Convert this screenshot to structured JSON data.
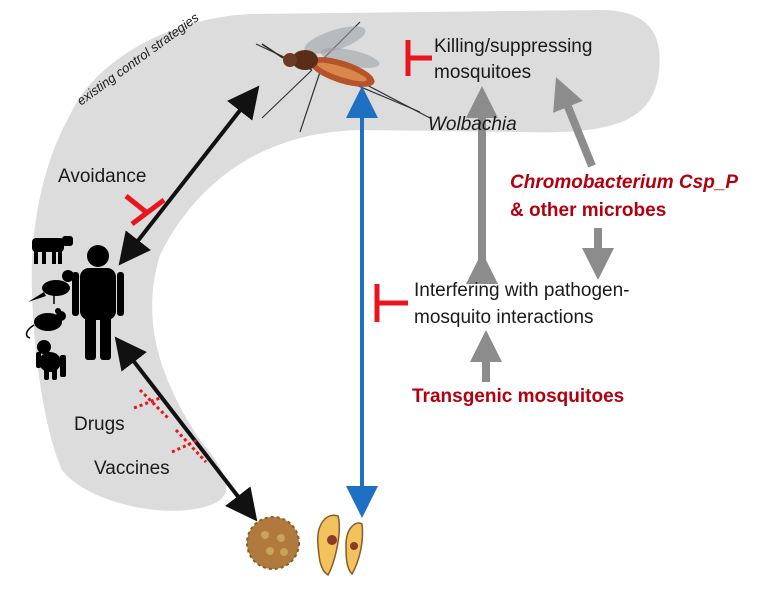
{
  "labels": {
    "existing_control": "existing control strategies",
    "killing_line1": "Killing/suppressing",
    "killing_line2": "mosquitoes",
    "wolbachia": "Wolbachia",
    "chromo_line1": "Chromobacterium Csp_P",
    "chromo_line2": "& other microbes",
    "interfering_line1": "Interfering with pathogen-",
    "interfering_line2": "mosquito interactions",
    "transgenic": "Transgenic mosquitoes",
    "avoidance": "Avoidance",
    "drugs": "Drugs",
    "vaccines": "Vaccines"
  },
  "colors": {
    "background_blob": "#dcdcdc",
    "black_arrow": "#111111",
    "blue_arrow": "#1f6fc2",
    "grey_arrow": "#8c8c8c",
    "inhibition_red": "#e8141e",
    "emphasis_text": "#b3000f"
  },
  "icons": [
    "mosquito-icon",
    "human-icon",
    "cow-icon",
    "bird-icon",
    "mouse-icon",
    "monkey-icon",
    "virus-icon",
    "parasite-icon"
  ]
}
